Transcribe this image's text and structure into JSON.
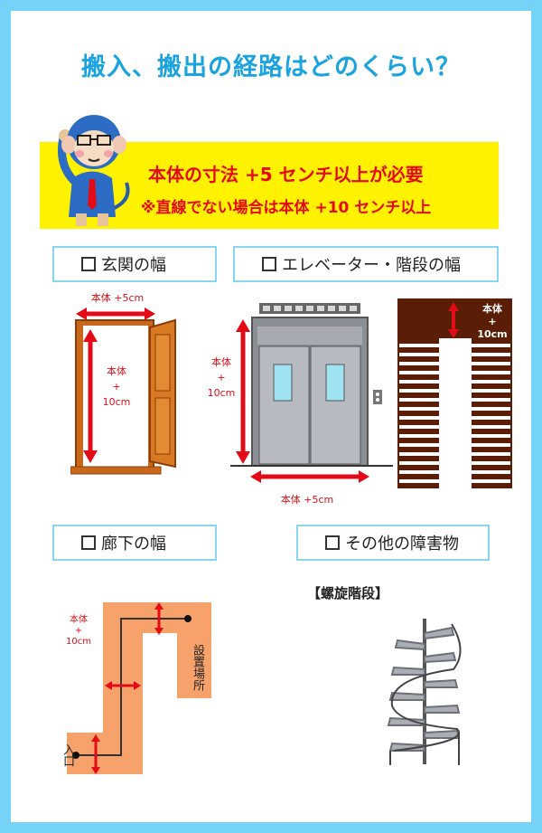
{
  "title": "搬入、搬出の経路はどのくらい？",
  "banner": {
    "line1": "本体の寸法 +5 センチ以上が必要",
    "line2": "※直線でない場合は本体 +10 センチ以上"
  },
  "checks": {
    "entrance": "玄関の幅",
    "elevator_stairs": "エレベーター・階段の幅",
    "hallway": "廊下の幅",
    "other": "その他の障害物"
  },
  "door": {
    "width_label": "本体 +5cm",
    "height_label_1": "本体",
    "height_label_2": "+",
    "height_label_3": "10cm"
  },
  "elevator": {
    "height_label_1": "本体",
    "height_label_2": "+",
    "height_label_3": "10cm",
    "width_label": "本体 +5cm"
  },
  "stairs": {
    "label_1": "本体",
    "label_2": "+",
    "label_3": "10cm"
  },
  "hallway_diagram": {
    "label_1": "本体",
    "label_2": "+",
    "label_3": "10cm",
    "destination": "設置場所",
    "entrance": "入口"
  },
  "spiral": {
    "caption": "【螺旋階段】"
  },
  "colors": {
    "frame": "#74d3f7",
    "title": "#1aa3de",
    "banner": "#fff200",
    "accent_red": "#e30b17",
    "hallway_fill": "#f7a26b",
    "stairs_brown": "#5a1d06"
  }
}
